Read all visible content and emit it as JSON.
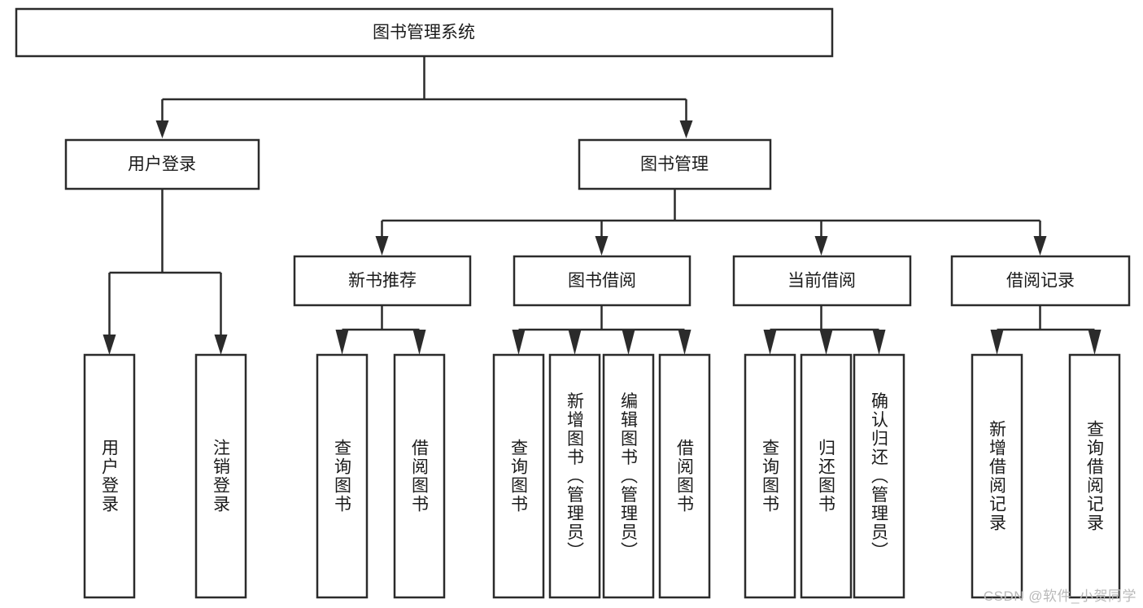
{
  "diagram": {
    "title": "图书管理系统",
    "watermark": "CSDN @软件_小贺同学",
    "stroke_color": "#2b2b2b",
    "fill_color": "#ffffff",
    "text_color": "#1b1b1b",
    "watermark_color": "#b9b9b9",
    "root": {
      "label": "图书管理系统"
    },
    "level1": [
      {
        "label": "用户登录"
      },
      {
        "label": "图书管理"
      }
    ],
    "level2": [
      {
        "label": "新书推荐"
      },
      {
        "label": "图书借阅"
      },
      {
        "label": "当前借阅"
      },
      {
        "label": "借阅记录"
      }
    ],
    "leaves": {
      "user_login": [
        {
          "label": "用户登录"
        },
        {
          "label": "注销登录"
        }
      ],
      "new_book_recommend": [
        {
          "label": "查询图书"
        },
        {
          "label": "借阅图书"
        }
      ],
      "book_borrow": [
        {
          "label": "查询图书"
        },
        {
          "label": "新增图书（管理员）"
        },
        {
          "label": "编辑图书（管理员）"
        },
        {
          "label": "借阅图书"
        }
      ],
      "current_borrow": [
        {
          "label": "查询图书"
        },
        {
          "label": "归还图书"
        },
        {
          "label": "确认归还（管理员）"
        }
      ],
      "borrow_record": [
        {
          "label": "新增借阅记录"
        },
        {
          "label": "查询借阅记录"
        }
      ]
    }
  }
}
